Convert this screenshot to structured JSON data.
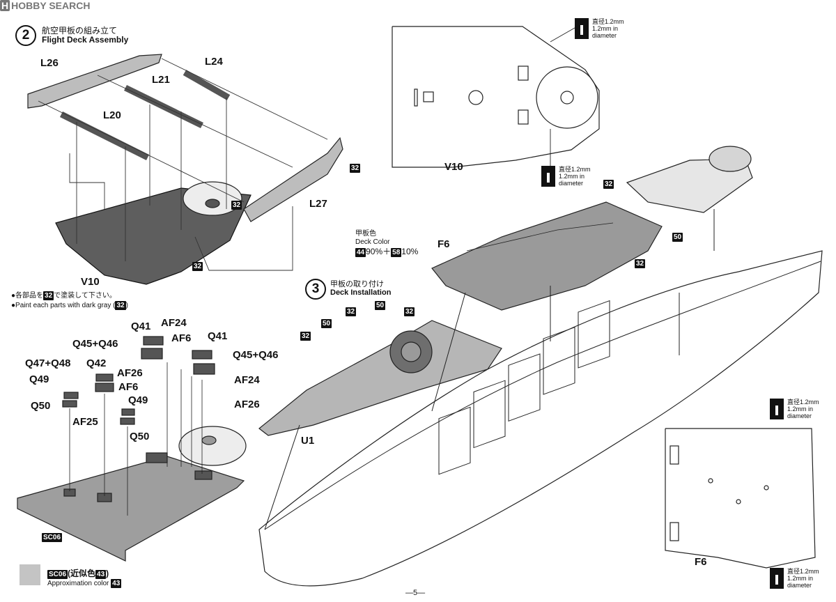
{
  "watermark": {
    "brand": "H",
    "text": "HOBBY SEARCH"
  },
  "step2": {
    "number": "2",
    "title_jp": "航空甲板の組み立て",
    "title_en": "Flight Deck Assembly",
    "parts": {
      "l26": "L26",
      "l24": "L24",
      "l21": "L21",
      "l20": "L20",
      "l27": "L27",
      "v10": "V10"
    },
    "color_code": "32",
    "note_jp_pre": "●各部品を",
    "note_jp_post": "で塗装して下さい。",
    "note_en_pre": "●Paint each parts with dark gray (",
    "note_en_post": ")"
  },
  "v10_top": {
    "label": "V10",
    "drill": {
      "jp": "直径1.2mm",
      "en1": "1.2mm in",
      "en2": "diameter"
    }
  },
  "step3": {
    "number": "3",
    "title_jp": "甲板の取り付け",
    "title_en": "Deck Installation",
    "deck_color_jp": "甲板色",
    "deck_color_en": "Deck Color",
    "color_a": "44",
    "pct_a": "90%",
    "plus": "＋",
    "color_b": "58",
    "pct_b": "10%",
    "parts": {
      "f6": "F6",
      "u1": "U1"
    },
    "codes": {
      "c32": "32",
      "c50": "50"
    }
  },
  "small_parts": {
    "q41a": "Q41",
    "af24a": "AF24",
    "af6a": "AF6",
    "q41b": "Q41",
    "q45a": "Q45+Q46",
    "q45b": "Q45+Q46",
    "q47": "Q47+Q48",
    "q42": "Q42",
    "af26a": "AF26",
    "af24b": "AF24",
    "q49a": "Q49",
    "af6b": "AF6",
    "q49b": "Q49",
    "af26b": "AF26",
    "q50a": "Q50",
    "af25": "AF25",
    "q50b": "Q50"
  },
  "sc06": {
    "tag": "SC06",
    "jp_open": "(近似色",
    "code": "43",
    "jp_close": ")",
    "en": "Approximation color"
  },
  "f6_bottom": {
    "label": "F6",
    "drill": {
      "jp": "直径1.2mm",
      "en1": "1.2mm in",
      "en2": "diameter"
    }
  },
  "footer": {
    "page": "—5—"
  },
  "colors": {
    "dark_gray": "#5e5e5e",
    "deck": "#9a9a9a",
    "sc06": "#c4c4c4"
  }
}
